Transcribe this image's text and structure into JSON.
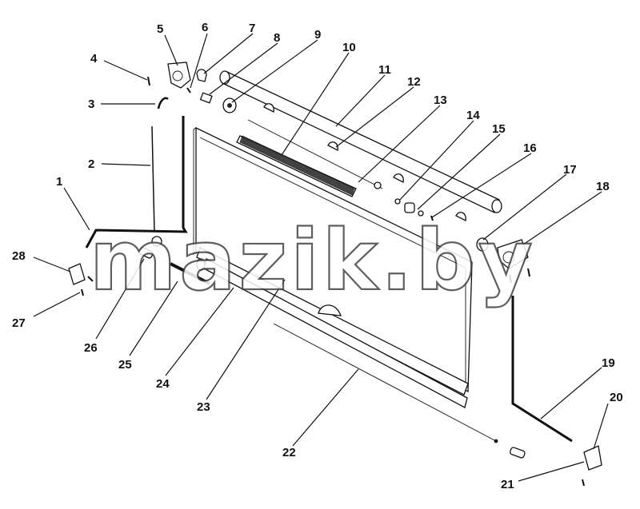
{
  "watermark": "mazik.by",
  "stamp": "",
  "callouts": [
    {
      "id": "1",
      "label": "1"
    },
    {
      "id": "2",
      "label": "2"
    },
    {
      "id": "3",
      "label": "3"
    },
    {
      "id": "4",
      "label": "4"
    },
    {
      "id": "5",
      "label": "5"
    },
    {
      "id": "6",
      "label": "6"
    },
    {
      "id": "7",
      "label": "7"
    },
    {
      "id": "8",
      "label": "8"
    },
    {
      "id": "9",
      "label": "9"
    },
    {
      "id": "10",
      "label": "10"
    },
    {
      "id": "11",
      "label": "11"
    },
    {
      "id": "12",
      "label": "12"
    },
    {
      "id": "13",
      "label": "13"
    },
    {
      "id": "14",
      "label": "14"
    },
    {
      "id": "15",
      "label": "15"
    },
    {
      "id": "16",
      "label": "16"
    },
    {
      "id": "17",
      "label": "17"
    },
    {
      "id": "18",
      "label": "18"
    },
    {
      "id": "19",
      "label": "19"
    },
    {
      "id": "20",
      "label": "20"
    },
    {
      "id": "21",
      "label": "21"
    },
    {
      "id": "22",
      "label": "22"
    },
    {
      "id": "23",
      "label": "23"
    },
    {
      "id": "24",
      "label": "24"
    },
    {
      "id": "25",
      "label": "25"
    },
    {
      "id": "26",
      "label": "26"
    },
    {
      "id": "27",
      "label": "27"
    },
    {
      "id": "28",
      "label": "28"
    }
  ]
}
